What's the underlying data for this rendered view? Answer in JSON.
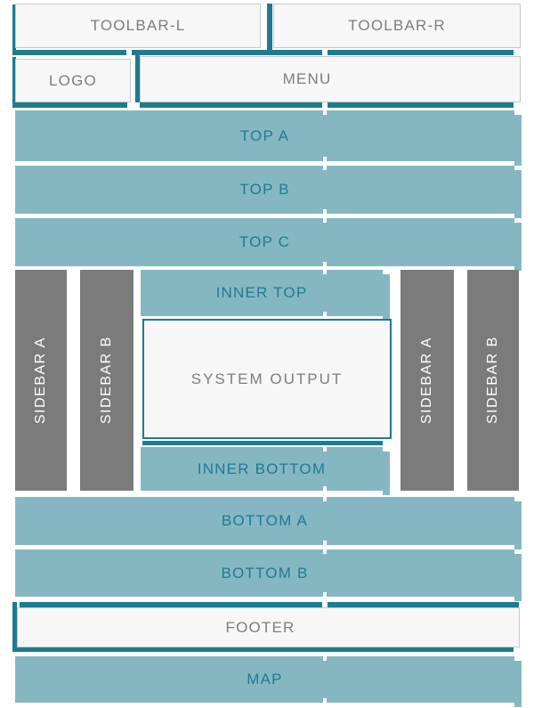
{
  "palette": {
    "accent": "#1e7b90",
    "bar": "#85b7c3",
    "bar-text": "#1f7b90",
    "sidebar": "#7b7b7b",
    "sidebar-text": "#ffffff",
    "box-bg": "#f7f7f7",
    "box-border": "#c6c9cb",
    "box-text": "#7d7d7d",
    "page-bg": "#ffffff"
  },
  "header": {
    "toolbar_left": {
      "label": "TOOLBAR-L"
    },
    "toolbar_right": {
      "label": "TOOLBAR-R"
    },
    "logo": {
      "label": "LOGO"
    },
    "menu": {
      "label": "MENU"
    }
  },
  "top_rows": [
    {
      "label": "TOP A"
    },
    {
      "label": "TOP B"
    },
    {
      "label": "TOP C"
    }
  ],
  "middle": {
    "sidebars_left": [
      {
        "label": "SIDEBAR A"
      },
      {
        "label": "SIDEBAR B"
      }
    ],
    "inner": {
      "inner_top": {
        "label": "INNER TOP"
      },
      "system_output": {
        "label": "SYSTEM OUTPUT"
      },
      "inner_bottom": {
        "label": "INNER BOTTOM"
      }
    },
    "sidebars_right": [
      {
        "label": "SIDEBAR A"
      },
      {
        "label": "SIDEBAR B"
      }
    ]
  },
  "bottom_rows": [
    {
      "label": "BOTTOM A"
    },
    {
      "label": "BOTTOM B"
    }
  ],
  "footer": {
    "label": "FOOTER"
  },
  "map": {
    "label": "MAP"
  }
}
